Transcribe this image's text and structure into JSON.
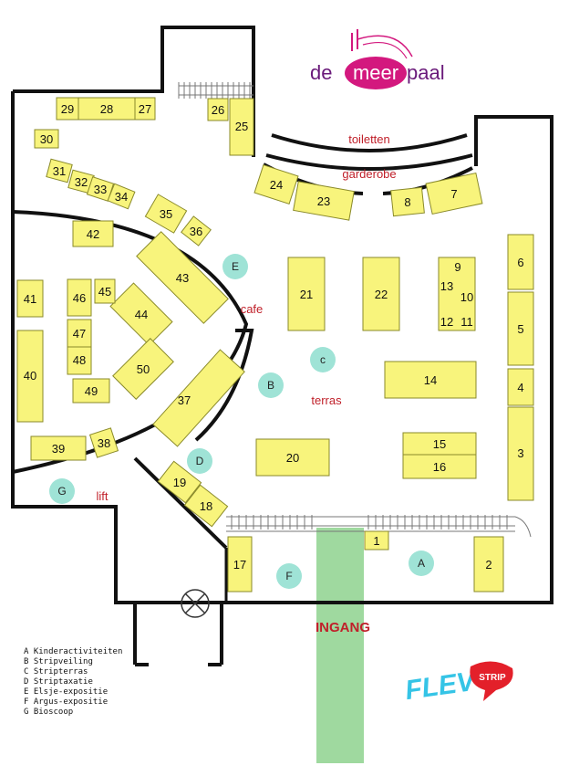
{
  "colors": {
    "booth_fill": "#f8f47c",
    "booth_stroke": "#8a8a2a",
    "zone_fill": "#9fe3d6",
    "entrance_fill": "#9fd99f",
    "wall": "#111111",
    "label_red": "#c0202a",
    "logo_purple": "#6a1a7a",
    "logo_pink": "#d3187e",
    "flev_blue": "#35c4e6",
    "flev_red": "#e3202a"
  },
  "logo": {
    "de": "de",
    "meer": "meer",
    "paal": "paal"
  },
  "flevostrip": {
    "flev": "FLEV",
    "strip": "STRIP"
  },
  "area_labels": {
    "toiletten": "toiletten",
    "garderobe": "garderobe",
    "cafe": "cafe",
    "terras": "terras",
    "lift": "lift",
    "ingang": "INGANG"
  },
  "booths": [
    {
      "id": "1",
      "label": "1"
    },
    {
      "id": "2",
      "label": "2"
    },
    {
      "id": "3",
      "label": "3"
    },
    {
      "id": "4",
      "label": "4"
    },
    {
      "id": "5",
      "label": "5"
    },
    {
      "id": "6",
      "label": "6"
    },
    {
      "id": "7",
      "label": "7"
    },
    {
      "id": "8",
      "label": "8"
    },
    {
      "id": "9-13",
      "labels": [
        "9",
        "10",
        "11",
        "12",
        "13"
      ]
    },
    {
      "id": "14",
      "label": "14"
    },
    {
      "id": "15",
      "label": "15"
    },
    {
      "id": "16",
      "label": "16"
    },
    {
      "id": "17",
      "label": "17"
    },
    {
      "id": "18",
      "label": "18"
    },
    {
      "id": "19",
      "label": "19"
    },
    {
      "id": "20",
      "label": "20"
    },
    {
      "id": "21",
      "label": "21"
    },
    {
      "id": "22",
      "label": "22"
    },
    {
      "id": "23",
      "label": "23"
    },
    {
      "id": "24",
      "label": "24"
    },
    {
      "id": "25",
      "label": "25"
    },
    {
      "id": "26",
      "label": "26"
    },
    {
      "id": "27",
      "label": "27"
    },
    {
      "id": "28",
      "label": "28"
    },
    {
      "id": "29",
      "label": "29"
    },
    {
      "id": "30",
      "label": "30"
    },
    {
      "id": "31",
      "label": "31"
    },
    {
      "id": "32",
      "label": "32"
    },
    {
      "id": "33",
      "label": "33"
    },
    {
      "id": "34",
      "label": "34"
    },
    {
      "id": "35",
      "label": "35"
    },
    {
      "id": "36",
      "label": "36"
    },
    {
      "id": "37",
      "label": "37"
    },
    {
      "id": "38",
      "label": "38"
    },
    {
      "id": "39",
      "label": "39"
    },
    {
      "id": "40",
      "label": "40"
    },
    {
      "id": "41",
      "label": "41"
    },
    {
      "id": "42",
      "label": "42"
    },
    {
      "id": "43",
      "label": "43"
    },
    {
      "id": "44",
      "label": "44"
    },
    {
      "id": "45",
      "label": "45"
    },
    {
      "id": "46",
      "label": "46"
    },
    {
      "id": "47",
      "label": "47"
    },
    {
      "id": "48",
      "label": "48"
    },
    {
      "id": "49",
      "label": "49"
    },
    {
      "id": "50",
      "label": "50"
    }
  ],
  "zones": [
    {
      "letter": "A",
      "label": "A"
    },
    {
      "letter": "B",
      "label": "B"
    },
    {
      "letter": "C",
      "label": "c"
    },
    {
      "letter": "D",
      "label": "D"
    },
    {
      "letter": "E",
      "label": "E"
    },
    {
      "letter": "F",
      "label": "F"
    },
    {
      "letter": "G",
      "label": "G"
    }
  ],
  "legend": [
    "A  Kinderactiviteiten",
    "B  Stripveiling",
    "C  Stripterras",
    "D  Striptaxatie",
    "E  Elsje-expositie",
    "F  Argus-expositie",
    "G  Bioscoop"
  ]
}
